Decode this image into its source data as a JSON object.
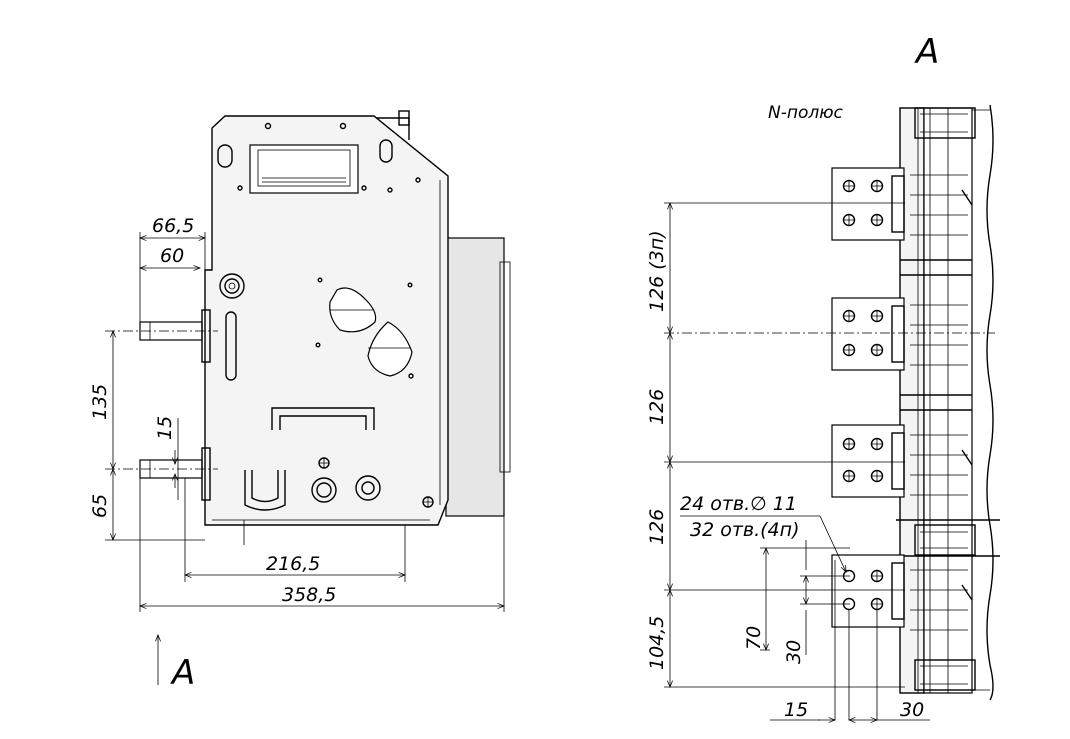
{
  "view_label": "A",
  "view_arrow_label": "A",
  "pole_label": "N-полюс",
  "left_view": {
    "dim_66_5": "66,5",
    "dim_60": "60",
    "dim_135": "135",
    "dim_15": "15",
    "dim_65": "65",
    "dim_216_5": "216,5",
    "dim_358_5": "358,5"
  },
  "right_view": {
    "dim_126_3p": "126 (3п)",
    "dim_126_a": "126",
    "dim_126_b": "126",
    "dim_104_5": "104,5",
    "dim_70": "70",
    "dim_30_v": "30",
    "dim_15_h": "15",
    "dim_30_h": "30",
    "holes_3p": "24 отв.∅ 11",
    "holes_4p": "32 отв.(4п)"
  }
}
